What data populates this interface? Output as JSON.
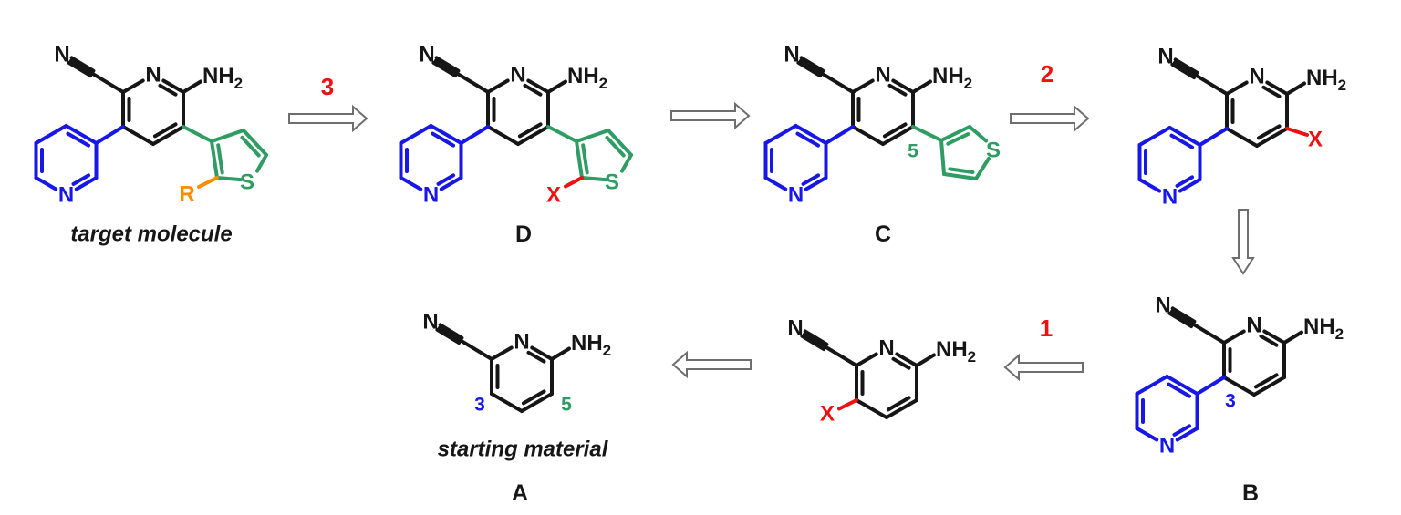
{
  "figure": {
    "type": "retrosynthetic-analysis-scheme",
    "background": "#ffffff"
  },
  "colors": {
    "skeleton_black": "#161616",
    "pyridyl_blue": "#1717e6",
    "thienyl_green": "#2f9c63",
    "r_group_orange": "#ff8c00",
    "halide_red": "#ee1111",
    "arrow_outline": "#6e6e6e"
  },
  "atom_labels": {
    "ring_nitrogen": "N",
    "nitrile_nitrogen": "N",
    "amine": "NH",
    "amine_subscript": "2",
    "sulfur": "S",
    "halide": "X",
    "r_group": "R"
  },
  "position_labels": {
    "three": "3",
    "five": "5"
  },
  "step_numbers": {
    "step1": "1",
    "step2": "2",
    "step3": "3"
  },
  "captions": {
    "target": "target molecule",
    "starting": "starting material",
    "a": "A",
    "b": "B",
    "c": "C",
    "d": "D"
  }
}
